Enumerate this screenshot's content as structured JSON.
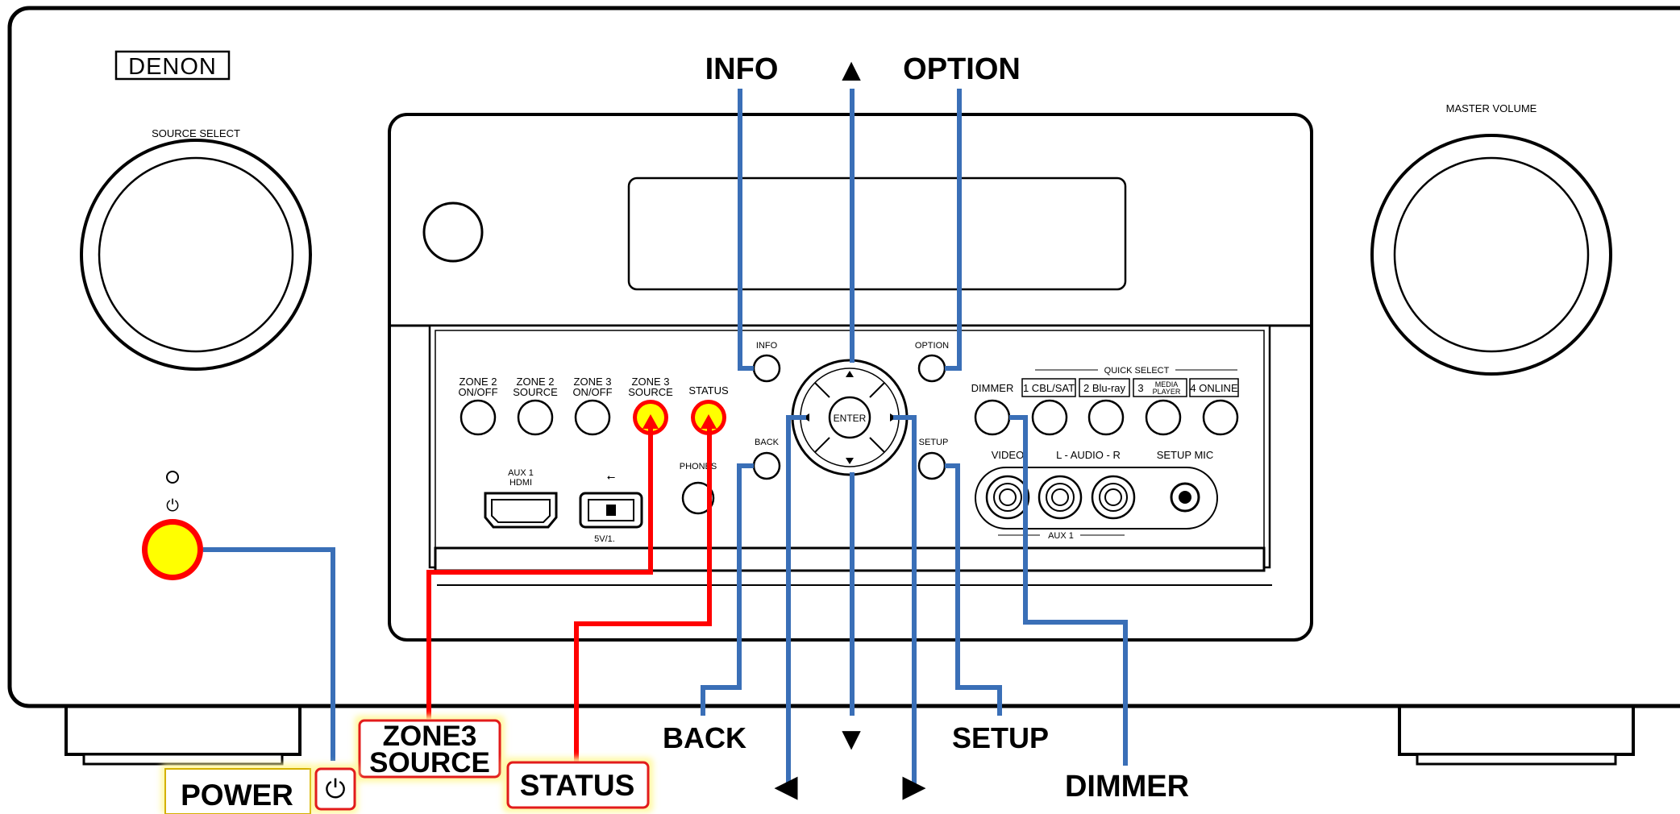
{
  "brand": {
    "logo_text": "DENON"
  },
  "knobs": {
    "source_select_label": "SOURCE SELECT",
    "master_volume_label": "MASTER VOLUME"
  },
  "power": {
    "indicator_symbol": "⏻"
  },
  "panel_buttons": {
    "zone2_onoff": [
      "ZONE 2",
      "ON/OFF"
    ],
    "zone2_source": [
      "ZONE 2",
      "SOURCE"
    ],
    "zone3_onoff": [
      "ZONE 3",
      "ON/OFF"
    ],
    "zone3_source": [
      "ZONE 3",
      "SOURCE"
    ],
    "status": "STATUS",
    "info": "INFO",
    "option": "OPTION",
    "back": "BACK",
    "setup": "SETUP",
    "enter": "ENTER",
    "dimmer": "DIMMER",
    "quick_select_label": "QUICK SELECT",
    "quick_select": [
      "1 CBL/SAT",
      "2 Blu-ray",
      "3",
      "MEDIA",
      "PLAYER",
      "4 ONLINE"
    ]
  },
  "ports": {
    "aux1_hdmi": [
      "AUX 1",
      "HDMI"
    ],
    "usb_rating": "5V/1.",
    "phones": "PHONES",
    "video": "VIDEO",
    "audio": "L - AUDIO - R",
    "setup_mic": "SETUP MIC",
    "aux1_group": "AUX 1"
  },
  "callouts": {
    "info": "INFO",
    "up_arrow": "▲",
    "option": "OPTION",
    "back": "BACK",
    "down_arrow": "▼",
    "setup": "SETUP",
    "left_arrow": "◀",
    "right_arrow": "▶",
    "dimmer": "DIMMER",
    "zone3_source": [
      "ZONE3",
      "SOURCE"
    ],
    "status": "STATUS",
    "power": "POWER",
    "power_symbol": "⏻"
  },
  "colors": {
    "line_blue": "#3a6fb7",
    "line_red": "#ff0000",
    "highlight_yellow": "#ffff00",
    "glow_yellow": "#fff8a0"
  }
}
